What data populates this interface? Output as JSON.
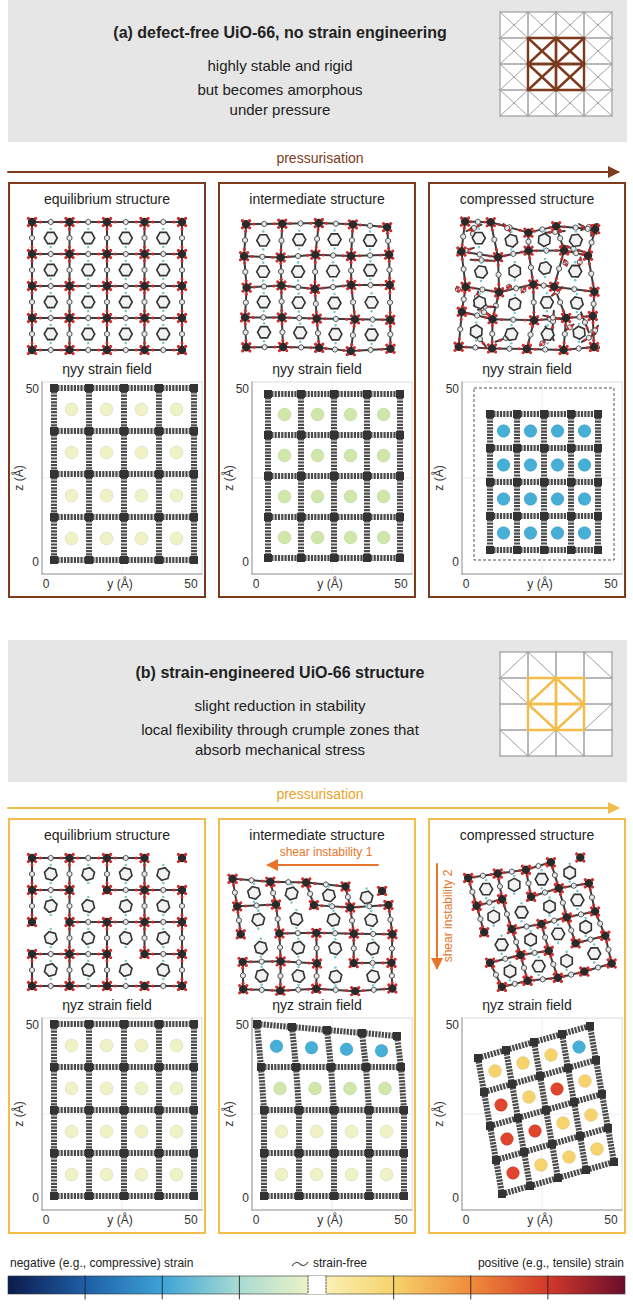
{
  "diagram": {
    "nodes": [
      {
        "text": [
          "(a) defect-free UiO-66, no strain engineering",
          "highly stable and rigid",
          "but becomes amorphous under pressure"
        ]
      },
      {
        "text": [
          "equilibrium structure",
          "ηyy strain field"
        ]
      },
      {
        "text": [
          "intermediate structure",
          "ηyy strain field"
        ]
      },
      {
        "text": [
          "compressed structure",
          "ηyy strain field"
        ]
      },
      {
        "text": [
          "(b) strain-engineered UiO-66 structure",
          "slight reduction in stability",
          "local flexibility through crumple zones that absorb mechanical stress"
        ]
      },
      {
        "text": [
          "equilibrium structure",
          "ηyz strain field"
        ]
      },
      {
        "text": [
          "intermediate structure",
          "ηyz strain field"
        ]
      },
      {
        "text": [
          "compressed structure",
          "ηyz strain field"
        ]
      }
    ],
    "labels": [
      "pressurisation",
      "50",
      "z (Å)",
      "0",
      "0",
      "y (Å)",
      "50",
      "50",
      "z (Å)",
      "0",
      "0",
      "y (Å)",
      "50",
      "50",
      "z (Å)",
      "0",
      "0",
      "y (Å)",
      "50",
      "pressurisation",
      "50",
      "z (Å)",
      "0",
      "0",
      "y (Å)",
      "50",
      "shear instability 1",
      "50",
      "z (Å)",
      "0",
      "0",
      "y (Å)",
      "50",
      "shear instability 2",
      "50",
      "z (Å)",
      "0",
      "0",
      "y (Å)",
      "50",
      "negative (e.g., compressive) strain",
      "strain-free",
      "positive (e.g., tensile) strain"
    ]
  }
}
